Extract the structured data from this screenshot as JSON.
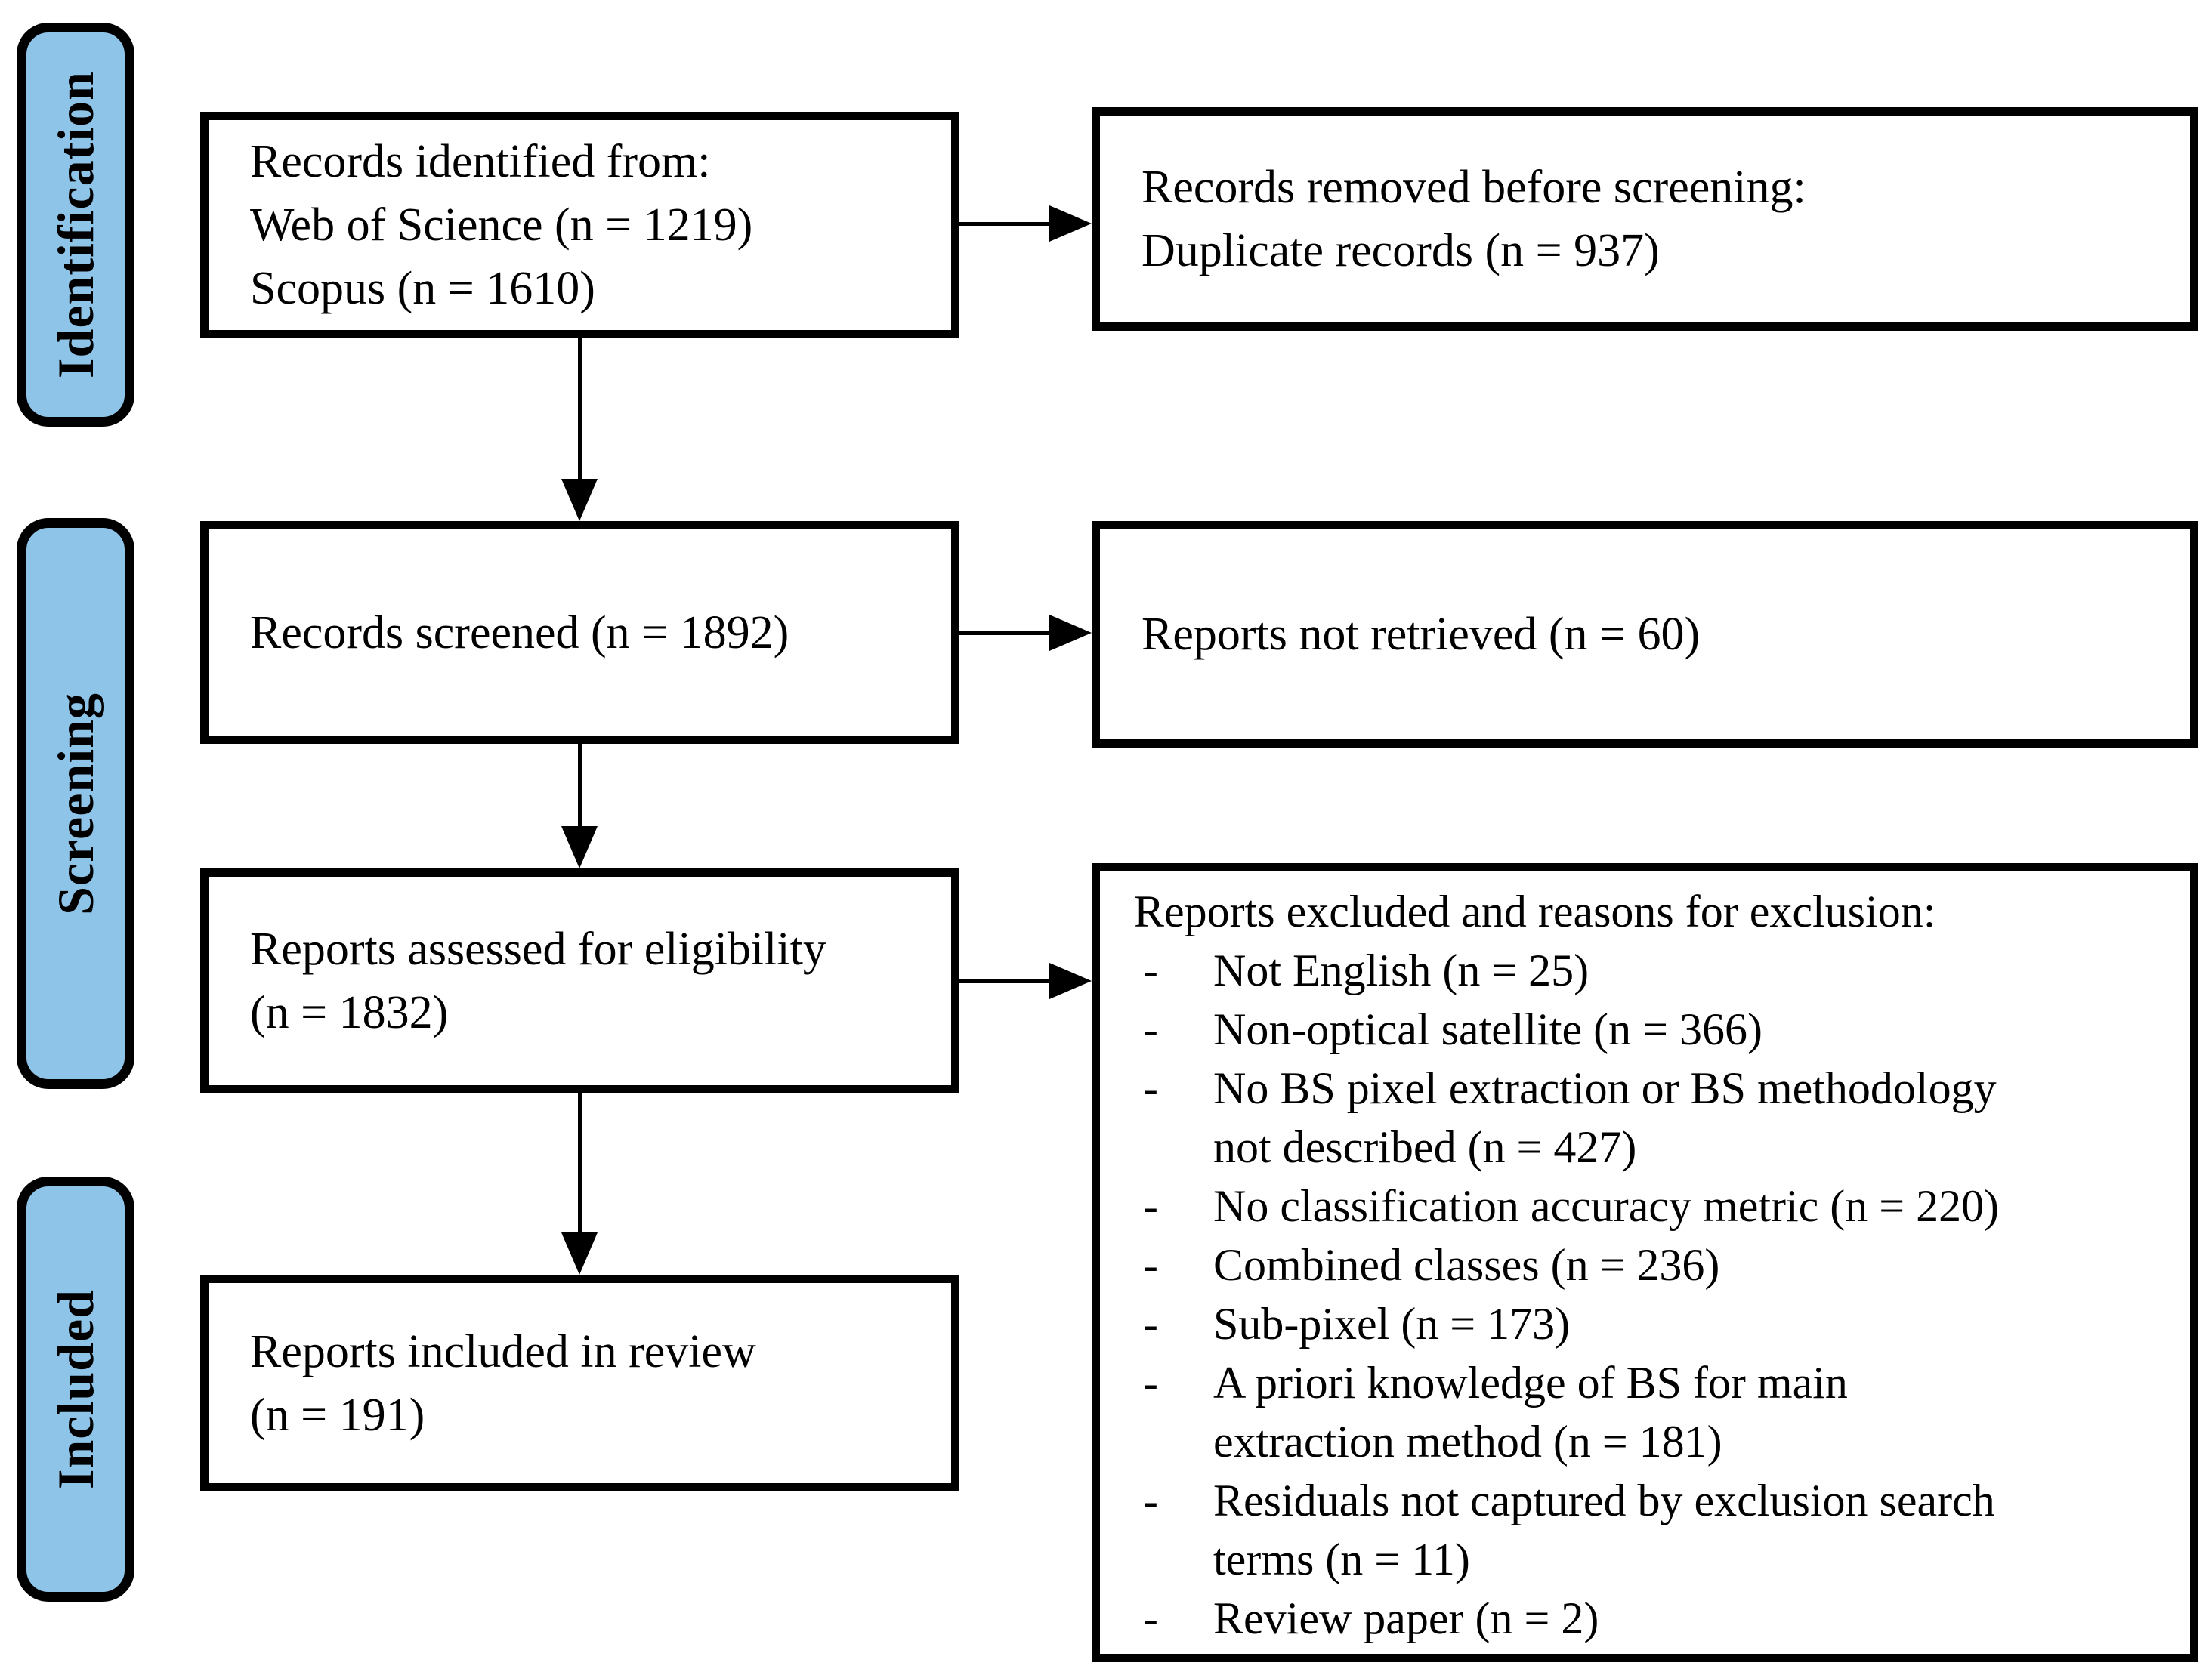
{
  "diagram": {
    "stages": [
      {
        "label": "Identification"
      },
      {
        "label": "Screening"
      },
      {
        "label": "Included"
      }
    ],
    "boxes": {
      "identified": {
        "lines": [
          "Records identified from:",
          "Web of Science (n = 1219)",
          "Scopus (n = 1610)"
        ]
      },
      "removed": {
        "lines": [
          "Records removed before screening:",
          "Duplicate records (n = 937)"
        ]
      },
      "screened": {
        "lines": [
          "Records screened (n = 1892)"
        ]
      },
      "not_retrieved": {
        "lines": [
          "Reports not retrieved (n = 60)"
        ]
      },
      "assessed": {
        "lines": [
          "Reports assessed for eligibility",
          "(n = 1832)"
        ]
      },
      "excluded": {
        "header": "Reports excluded and reasons for exclusion:",
        "marker": "-",
        "bullets": [
          {
            "lines": [
              "Not English (n = 25)"
            ]
          },
          {
            "lines": [
              "Non-optical satellite (n = 366)"
            ]
          },
          {
            "lines": [
              "No BS pixel extraction or BS methodology",
              "not described (n = 427)"
            ]
          },
          {
            "lines": [
              "No classification accuracy metric (n = 220)"
            ]
          },
          {
            "lines": [
              "Combined classes (n = 236)"
            ]
          },
          {
            "lines": [
              "Sub-pixel (n = 173)"
            ]
          },
          {
            "lines": [
              "A priori knowledge of BS for main",
              "extraction method (n = 181)"
            ]
          },
          {
            "lines": [
              "Residuals not captured by exclusion search",
              "terms (n = 11)"
            ]
          },
          {
            "lines": [
              "Review paper (n = 2)"
            ]
          }
        ]
      },
      "included": {
        "lines": [
          "Reports included in review",
          "(n = 191)"
        ]
      }
    },
    "colors": {
      "stage_fill": "#8FC4E9",
      "stage_border": "#000000",
      "box_fill": "#FFFFFF",
      "box_border": "#000000",
      "arrow": "#000000"
    }
  }
}
